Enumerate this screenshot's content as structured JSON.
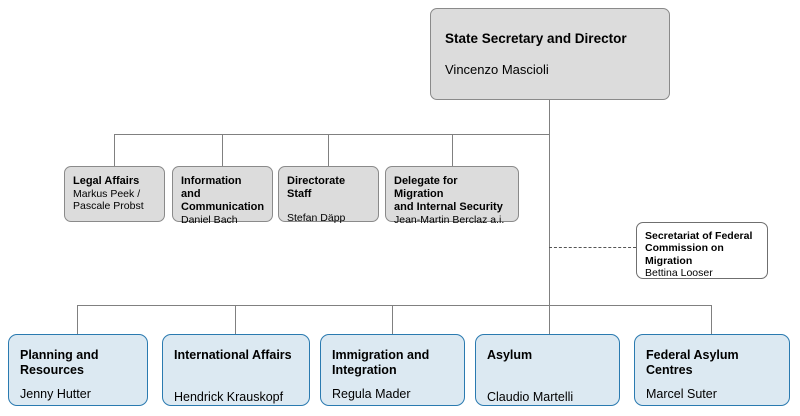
{
  "chart": {
    "type": "org-chart",
    "root": {
      "title": "State Secretary and Director",
      "person": "Vincenzo Mascioli"
    },
    "staff_units": [
      {
        "title": "Legal Affairs",
        "person": "Markus Peek /\nPascale Probst"
      },
      {
        "title": "Information and\nCommunication",
        "person": "Daniel Bach"
      },
      {
        "title": "Directorate Staff",
        "person": "Stefan Däpp"
      },
      {
        "title": "Delegate for Migration\nand Internal Security",
        "person": "Jean-Martin Berclaz a.i."
      }
    ],
    "affiliated_unit": {
      "title": "Secretariat of Federal\nCommission on\nMigration",
      "person": "Bettina Looser"
    },
    "divisions": [
      {
        "title": "Planning and\nResources",
        "person": "Jenny Hutter"
      },
      {
        "title": "International Affairs",
        "person": "Hendrick Krauskopf"
      },
      {
        "title": "Immigration and\nIntegration",
        "person": "Regula Mader"
      },
      {
        "title": "Asylum",
        "person": "Claudio Martelli"
      },
      {
        "title": "Federal Asylum\nCentres",
        "person": "Marcel Suter"
      }
    ],
    "colors": {
      "root_fill": "#dcdcdc",
      "root_border": "#8a8a8a",
      "staff_fill": "#dcdcdc",
      "staff_border": "#8a8a8a",
      "secretariat_fill": "#ffffff",
      "secretariat_border": "#6f6f6f",
      "division_fill": "#dce9f2",
      "division_border": "#2a7ab0",
      "connector": "#808080",
      "background": "#ffffff"
    }
  }
}
